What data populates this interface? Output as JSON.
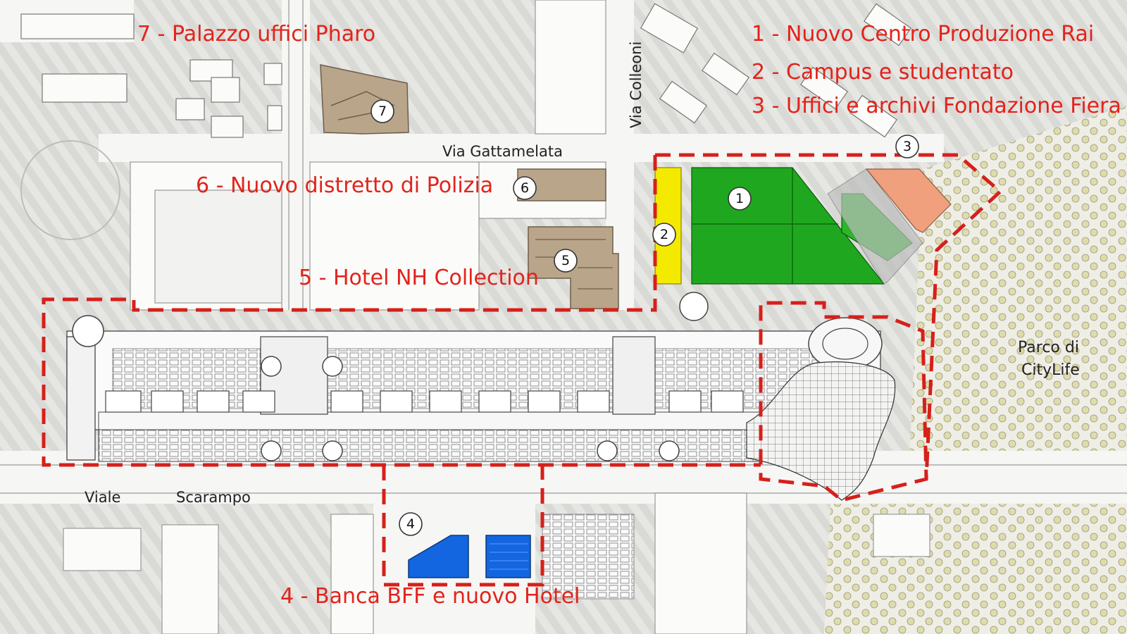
{
  "legend": [
    {
      "id": "1",
      "label": "1 - Nuovo Centro Produzione Rai"
    },
    {
      "id": "2",
      "label": "2 - Campus e studentato"
    },
    {
      "id": "3",
      "label": "3 - Uffici e archivi Fondazione Fiera"
    }
  ],
  "labels": {
    "l4": "4 - Banca BFF e nuovo Hotel",
    "l5": "5 - Hotel NH Collection",
    "l6": "6 - Nuovo distretto di Polizia",
    "l7": "7 - Palazzo uffici Pharo"
  },
  "streets": {
    "gattamelata": "Via Gattamelata",
    "colleoni": "Via Colleoni",
    "viale": "Viale",
    "scarampo": "Scarampo"
  },
  "park": {
    "line1": "Parco di",
    "line2": "CityLife"
  },
  "markers": [
    "1",
    "2",
    "3",
    "4",
    "5",
    "6",
    "7"
  ],
  "colors": {
    "label_red": "#e2231a",
    "boundary_red": "#d6201b",
    "rai_green": "#1fa81f",
    "campus_yellow": "#f4ea00",
    "fiera_orange": "#f0a07d",
    "bff_blue": "#1466e0",
    "building_tan": "#b9a58a"
  }
}
